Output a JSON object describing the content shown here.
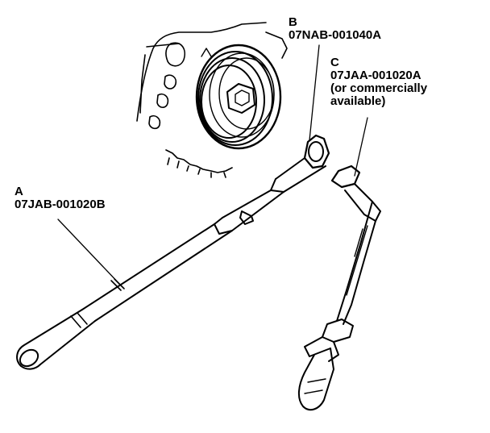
{
  "callouts": {
    "a": {
      "letter": "A",
      "part": "07JAB-001020B"
    },
    "b": {
      "letter": "B",
      "part": "07NAB-001040A"
    },
    "c": {
      "letter": "C",
      "part": "07JAA-001020A",
      "note_line1": "(or commercially",
      "note_line2": "available)"
    }
  },
  "colors": {
    "ink": "#000000",
    "paper": "#ffffff"
  }
}
